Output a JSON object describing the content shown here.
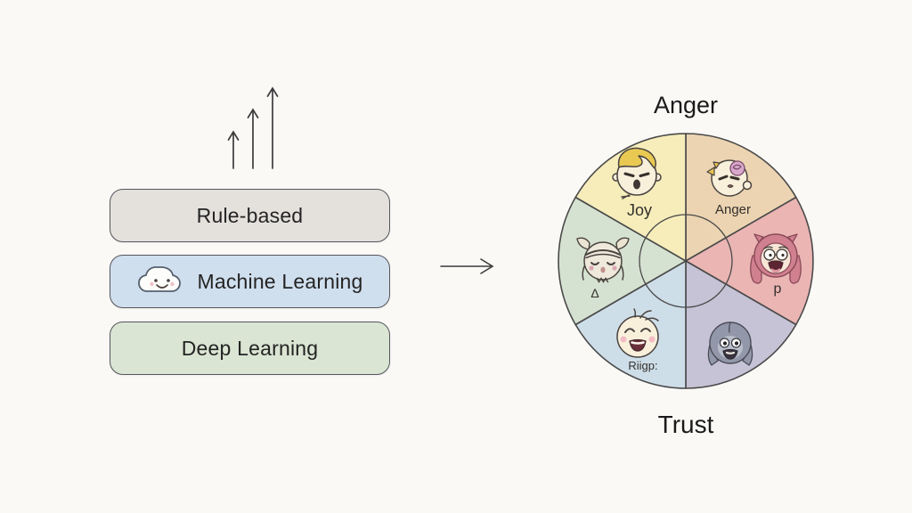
{
  "page": {
    "background": "#faf9f6"
  },
  "pipeline": {
    "trend_arrows_count": 3,
    "boxes": [
      {
        "label": "Rule-based",
        "fill": "#e4e1dd"
      },
      {
        "label": "Machine Learning",
        "fill": "#d0dfee",
        "icon": "smiling-cloud-icon"
      },
      {
        "label": "Deep Learning",
        "fill": "#dae5d3"
      }
    ]
  },
  "flow": {
    "arrow_icon": "right-arrow-icon"
  },
  "wheel": {
    "top_title": "Anger",
    "bottom_title": "Trust",
    "outline_color": "#4a4a4a",
    "segments": [
      {
        "position": "top-right",
        "label": "Anger",
        "color": "#ecd4b2",
        "icon": "bandaged-angry-face-icon"
      },
      {
        "position": "right",
        "label": "p",
        "color": "#eab5b3",
        "icon": "pink-hair-glasses-face-icon"
      },
      {
        "position": "bottom-right",
        "label": "",
        "color": "#c6c3d6",
        "icon": "gray-hair-shocked-face-icon"
      },
      {
        "position": "bottom-left",
        "label": "Riigp:",
        "color": "#cedee9",
        "icon": "laughing-face-icon"
      },
      {
        "position": "left",
        "label": "Δ",
        "color": "#d6e2d1",
        "icon": "horned-face-icon"
      },
      {
        "position": "top-left",
        "label": "Joy",
        "color": "#f6edbb",
        "icon": "joy-pompadour-face-icon"
      }
    ]
  }
}
